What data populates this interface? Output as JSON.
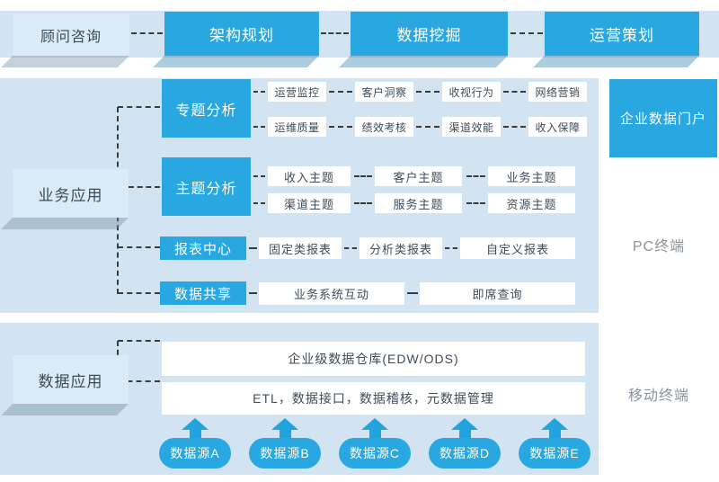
{
  "colors": {
    "accent_blue": "#29a7e0",
    "panel_blue": "#d2e4f2",
    "light_box": "#dcebf7",
    "dark_text": "#3a4a57",
    "muted_label": "#8b949b"
  },
  "top": {
    "consult": "顾问咨询",
    "items": [
      "架构规划",
      "数据挖掘",
      "运营策划"
    ]
  },
  "business": {
    "label": "业务应用",
    "special": {
      "header": "专题分析",
      "row1": [
        "运营监控",
        "客户洞察",
        "收视行为",
        "网络营销"
      ],
      "row2": [
        "运维质量",
        "绩效考核",
        "渠道效能",
        "收入保障"
      ]
    },
    "theme": {
      "header": "主题分析",
      "row1": [
        "收入主题",
        "客户主题",
        "业务主题"
      ],
      "row2": [
        "渠道主题",
        "服务主题",
        "资源主题"
      ]
    },
    "report": {
      "header": "报表中心",
      "items": [
        "固定类报表",
        "分析类报表",
        "自定义报表"
      ]
    },
    "share": {
      "header": "数据共享",
      "items": [
        "业务系统互动",
        "即席查询"
      ]
    }
  },
  "dataApp": {
    "label": "数据应用",
    "warehouse": "企业级数据仓库(EDW/ODS)",
    "etl": "ETL，数据接口，数据稽核，元数据管理",
    "sources": [
      "数据源A",
      "数据源B",
      "数据源C",
      "数据源D",
      "数据源E"
    ]
  },
  "right": {
    "portal": "企业数据门户",
    "pc": "PC终端",
    "mobile": "移动终端"
  }
}
